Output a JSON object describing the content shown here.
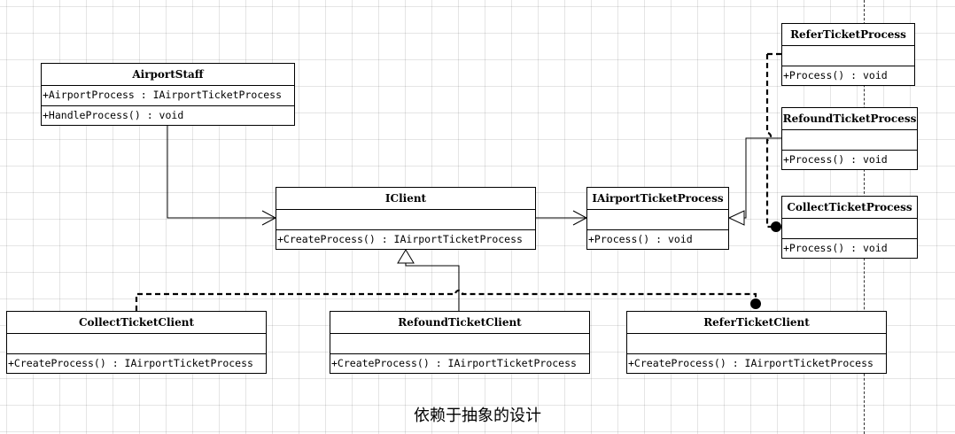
{
  "diagram": {
    "caption": "依赖于抽象的设计",
    "classes": {
      "airport_staff": {
        "name": "AirportStaff",
        "attribute": "+AirportProcess : IAirportTicketProcess",
        "operation": "+HandleProcess() : void"
      },
      "iclient": {
        "name": "IClient",
        "attribute": "",
        "operation": "+CreateProcess() : IAirportTicketProcess"
      },
      "iairport_ticket_process": {
        "name": "IAirportTicketProcess",
        "attribute": "",
        "operation": "+Process() : void"
      },
      "refer_ticket_process": {
        "name": "ReferTicketProcess",
        "attribute": "",
        "operation": "+Process() : void"
      },
      "refound_ticket_process": {
        "name": "RefoundTicketProcess",
        "attribute": "",
        "operation": "+Process() : void"
      },
      "collect_ticket_process": {
        "name": "CollectTicketProcess",
        "attribute": "",
        "operation": "+Process() : void"
      },
      "collect_ticket_client": {
        "name": "CollectTicketClient",
        "attribute": "",
        "operation": "+CreateProcess() : IAirportTicketProcess"
      },
      "refound_ticket_client": {
        "name": "RefoundTicketClient",
        "attribute": "",
        "operation": "+CreateProcess() : IAirportTicketProcess"
      },
      "refer_ticket_client": {
        "name": "ReferTicketClient",
        "attribute": "",
        "operation": "+CreateProcess() : IAirportTicketProcess"
      }
    }
  }
}
